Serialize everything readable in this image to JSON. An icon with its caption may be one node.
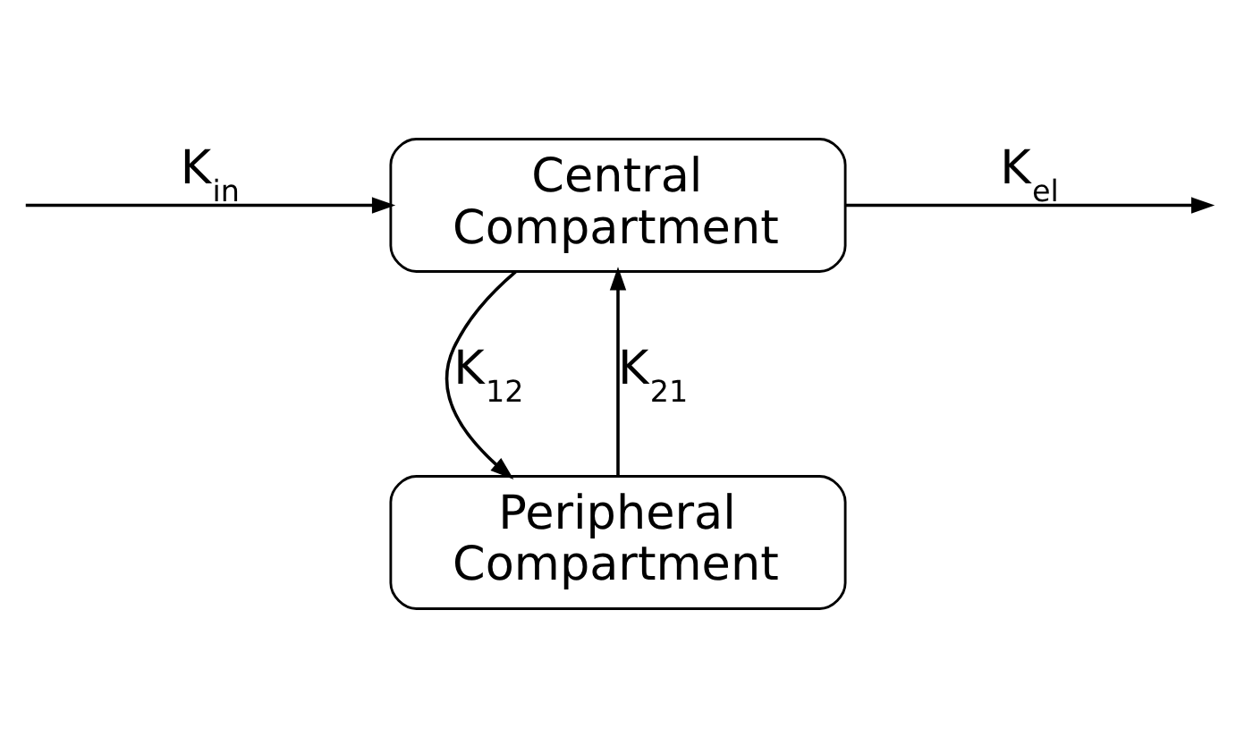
{
  "diagram": {
    "nodes": [
      {
        "text": [
          "Central Compartment"
        ]
      },
      {
        "text": [
          "Peripheral Compartment"
        ]
      }
    ],
    "edges": [
      {
        "from": null,
        "to": 0,
        "arrow": "to",
        "label": "K$_{in}$"
      },
      {
        "from": 0,
        "to": null,
        "arrow": "to",
        "label": "K$_{el}$"
      },
      {
        "from": 0,
        "to": 1,
        "arrow": "to",
        "label": "K$_{12}$"
      },
      {
        "from": 1,
        "to": 0,
        "arrow": "to",
        "label": "K$_{21}$"
      }
    ]
  }
}
